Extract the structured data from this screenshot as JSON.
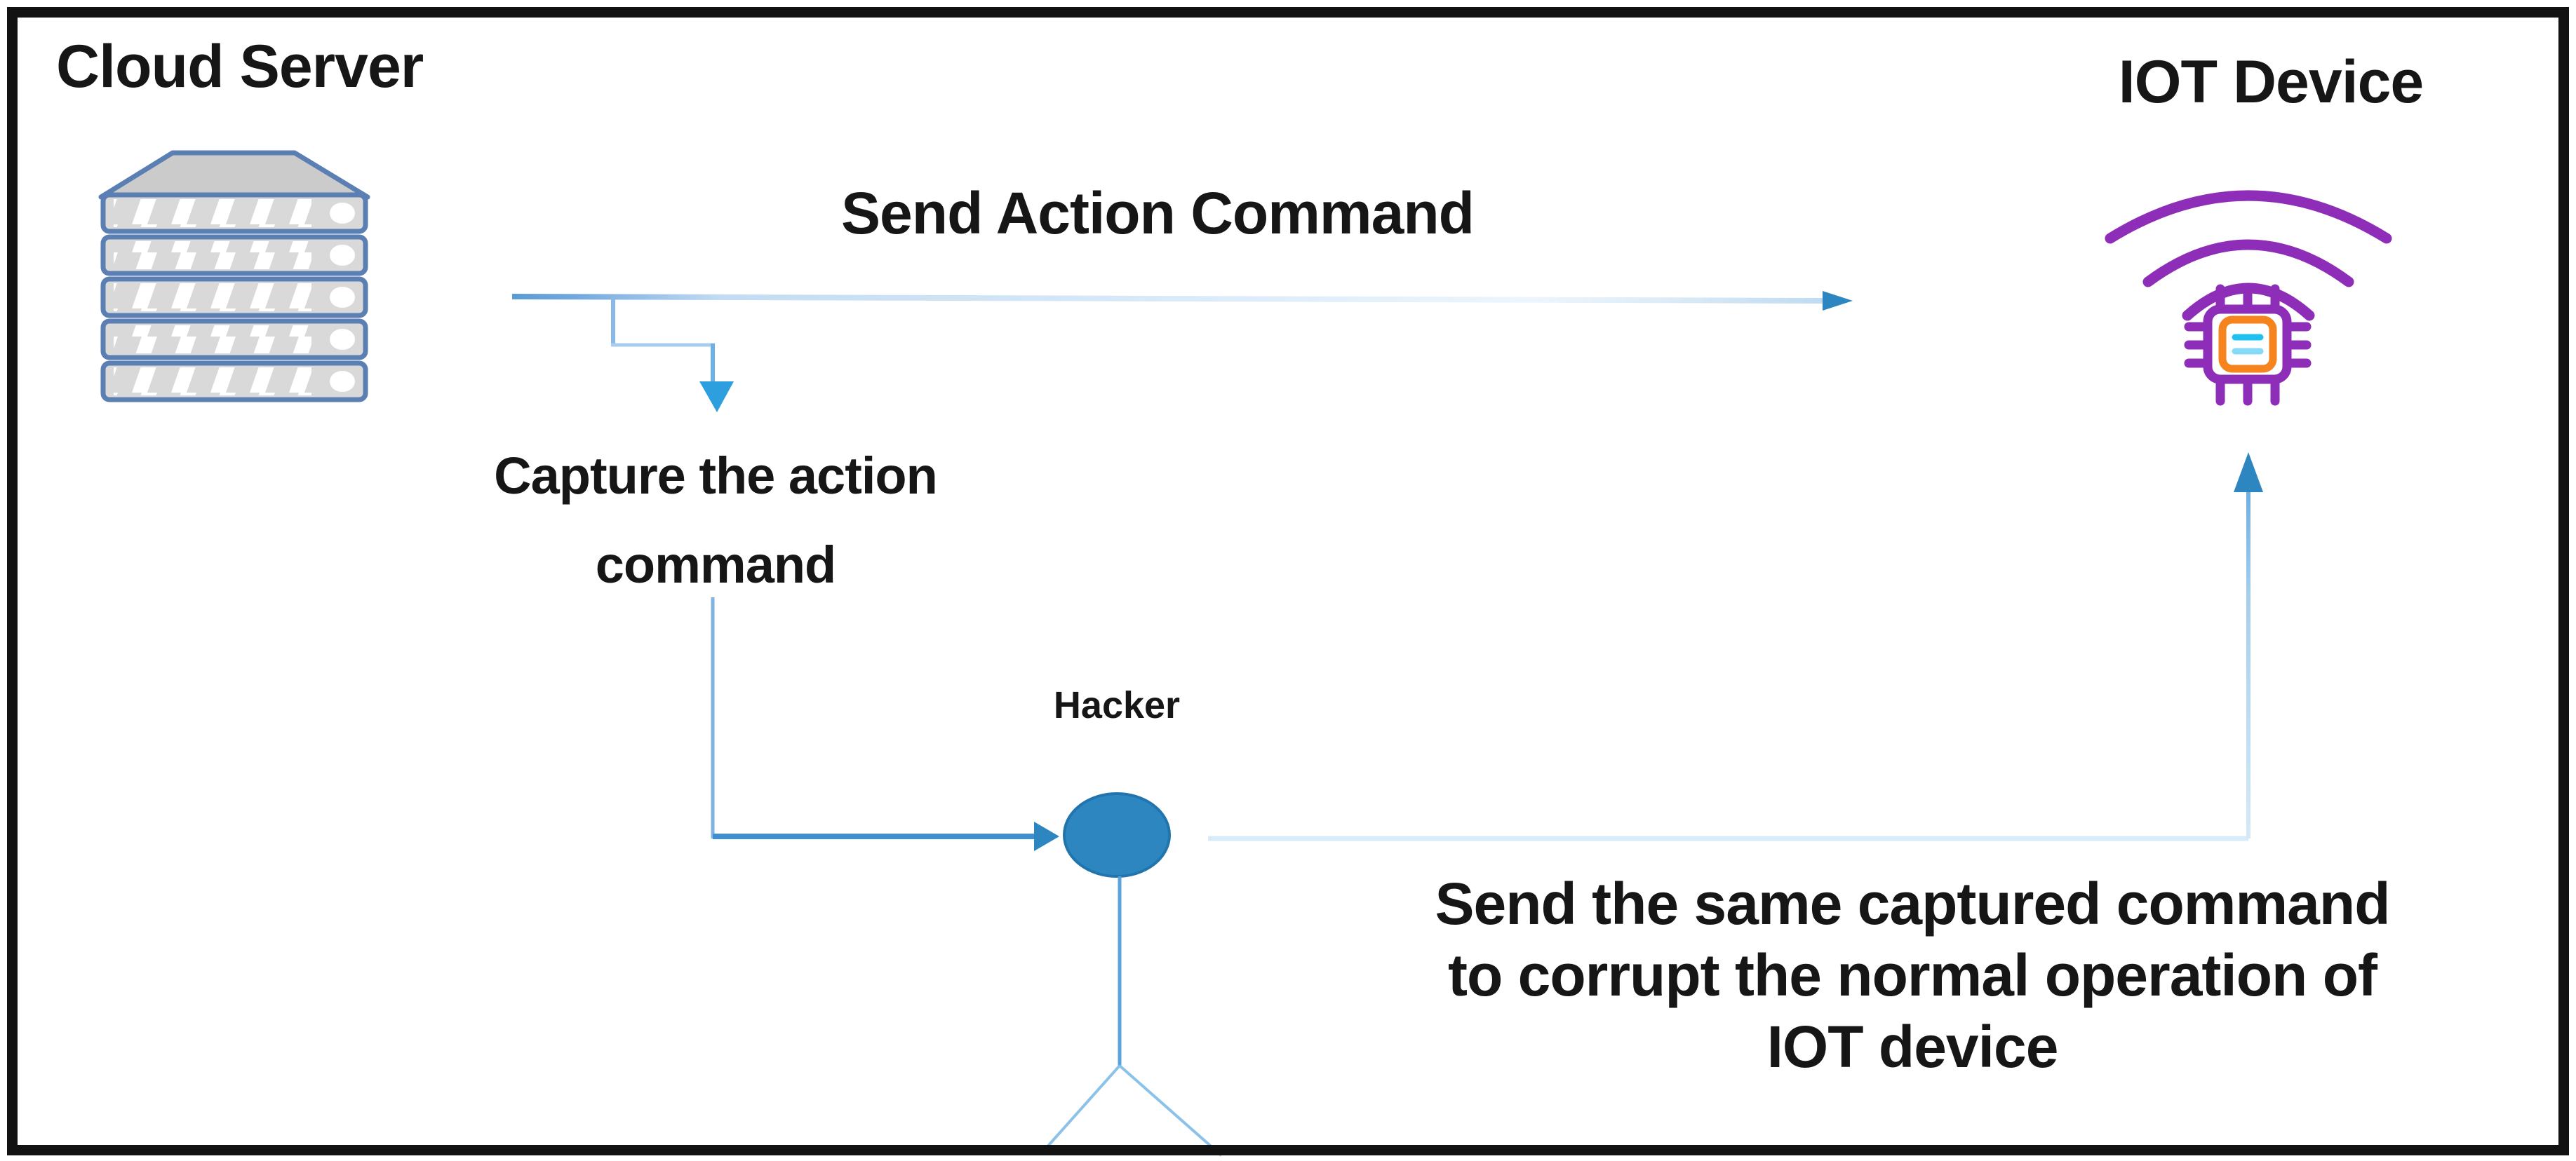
{
  "nodes": {
    "cloud_server": {
      "label": "Cloud Server"
    },
    "iot_device": {
      "label": "IOT Device"
    },
    "hacker": {
      "label": "Hacker"
    }
  },
  "annotations": {
    "send_action_command": "Send Action Command",
    "capture": {
      "line1": "Capture the action",
      "line2": "command"
    },
    "replay": {
      "line1": "Send the same captured command",
      "line2": "to corrupt the normal operation of",
      "line3": "IOT device"
    }
  },
  "icons": {
    "cloud_server": "server-stack-icon",
    "iot_device_wireless": "wifi-icon",
    "iot_device_chip": "chip-icon",
    "hacker": "stick-figure-icon"
  },
  "palette": {
    "arrowhead_blue": "#2E86C1",
    "line_blue": "#5B9BD5",
    "light_line_blue": "#CFE4F6",
    "hacker_fill": "#2E86C1",
    "wifi_purple": "#8E2EB8",
    "chip_orange": "#F5831E",
    "chip_cyan": "#1EC1F0",
    "server_gray": "#D9D9D9",
    "server_stroke": "#5B7FB2",
    "text_color": "#161616",
    "frame_color": "#121212",
    "background": "#FFFFFF"
  }
}
